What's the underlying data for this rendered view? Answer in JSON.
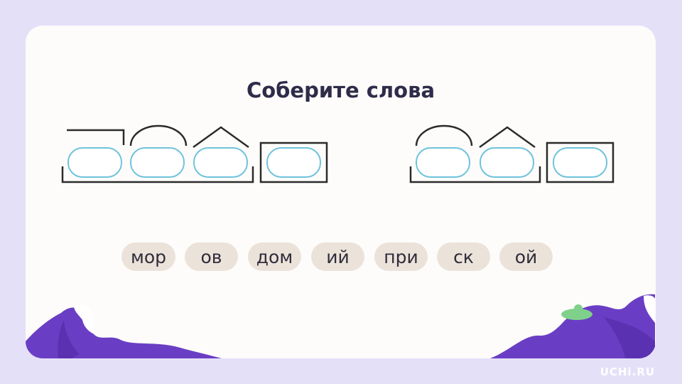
{
  "task": {
    "title": "Соберите слова"
  },
  "chips": [
    {
      "label": "мор"
    },
    {
      "label": "ов"
    },
    {
      "label": "дом"
    },
    {
      "label": "ий"
    },
    {
      "label": "при"
    },
    {
      "label": "ск"
    },
    {
      "label": "ой"
    }
  ],
  "schemes": [
    {
      "parts": [
        "приставка",
        "корень",
        "суффикс",
        "окончание"
      ]
    },
    {
      "parts": [
        "корень",
        "суффикс",
        "окончание"
      ]
    }
  ],
  "brand": {
    "logo": "UCHi.RU"
  },
  "colors": {
    "background": "#e4e0f8",
    "slot_border": "#6fc3dc",
    "chip_fill": "#ebe2da",
    "mountain": "#6a3ec4"
  }
}
